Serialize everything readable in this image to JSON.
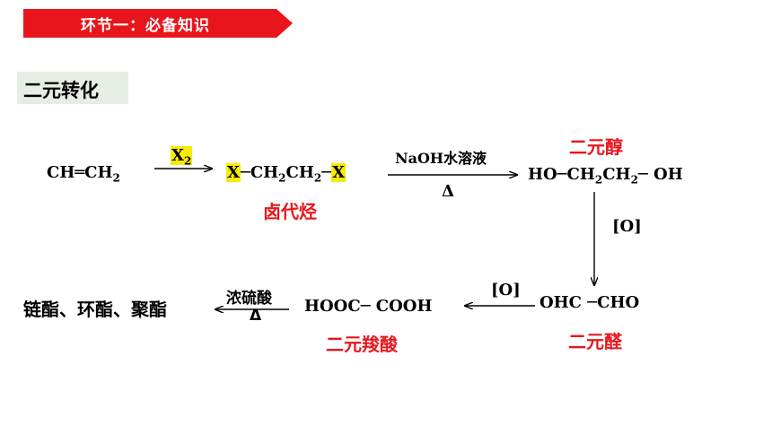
{
  "banner": {
    "title": "环节一：必备知识",
    "color": "#e8161c"
  },
  "section": {
    "title": "二元转化",
    "bg": "#e6ede3"
  },
  "highlight_color": "#f5ec00",
  "reaction": {
    "start": {
      "text": "CH═CH",
      "sub": "2"
    },
    "arrow1": {
      "reagent": "X",
      "reagent_sub": "2"
    },
    "halide": {
      "x1": "X",
      "bond1": "─",
      "ch2a": "CH",
      "ch2a_sub": "2",
      "ch2b": "CH",
      "ch2b_sub": "2",
      "bond2": "─",
      "x2": "X",
      "label": "卤代烃"
    },
    "arrow2": {
      "reagent": "NaOH水溶液",
      "condition": "Δ"
    },
    "diol": {
      "text_a": "HO─CH",
      "sub_a": "2",
      "text_b": "CH",
      "sub_b": "2",
      "text_c": "─ OH",
      "label": "二元醇"
    },
    "arrow3": {
      "reagent": "[O]"
    },
    "dialdehyde": {
      "text": "OHC ─CHO",
      "label": "二元醛"
    },
    "arrow4": {
      "reagent": "[O]"
    },
    "diacid": {
      "text": "HOOC─ COOH",
      "label": "二元羧酸"
    },
    "arrow5": {
      "reagent": "浓硫酸",
      "condition": "Δ"
    },
    "esters": {
      "text": "链酯、环酯、聚酯"
    }
  }
}
